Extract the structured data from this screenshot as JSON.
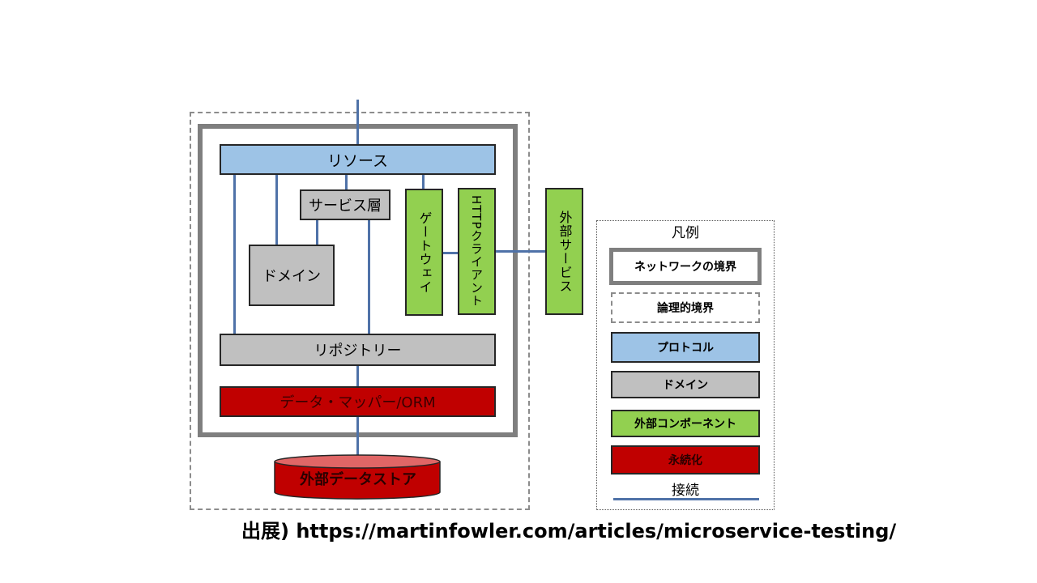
{
  "diagram": {
    "resource": "リソース",
    "service_layer": "サービス層",
    "domain": "ドメイン",
    "gateway": "ゲートウェイ",
    "http_client": "HTTPクライアント",
    "external_service": "外部サービス",
    "repository": "リポジトリー",
    "data_mapper": "データ・マッパー/ORM",
    "external_datastore": "外部データストア"
  },
  "legend": {
    "title": "凡例",
    "network_boundary": "ネットワークの境界",
    "logical_boundary": "論理的境界",
    "protocol": "プロトコル",
    "domain": "ドメイン",
    "external_component": "外部コンポーネント",
    "persistence": "永続化",
    "connection": "接続"
  },
  "caption": "出展) https://martinfowler.com/articles/microservice-testing/",
  "colors": {
    "protocol": "#9dc3e6",
    "domain": "#c0c0c0",
    "external_component": "#92d050",
    "persistence": "#c00000",
    "connection": "#4f72a8",
    "network_border": "#7f7f7f"
  }
}
